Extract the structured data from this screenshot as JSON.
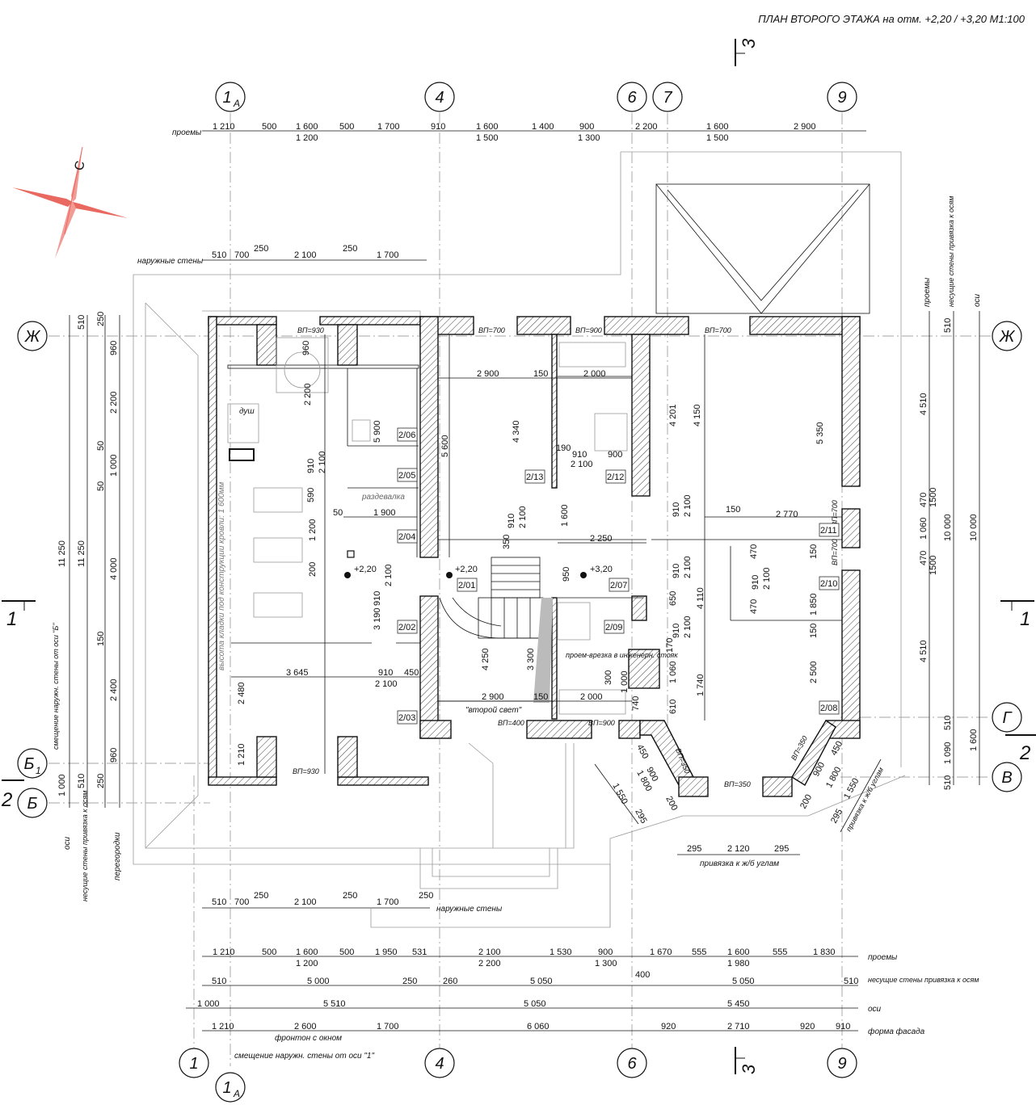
{
  "title": "ПЛАН ВТОРОГО ЭТАЖА на отм. +2,20 / +3,20   М1:100",
  "compass_label": "С",
  "section_marks": {
    "s3": "3",
    "s1": "1",
    "s2": "2"
  },
  "axes_top": [
    "1",
    "А",
    "4",
    "6",
    "7",
    "9"
  ],
  "axes_bottom": [
    "1",
    "1",
    "А",
    "4",
    "6",
    "9"
  ],
  "axes_left": [
    "Ж",
    "Б",
    "1",
    "Б"
  ],
  "axes_right": [
    "Ж",
    "Г",
    "В"
  ],
  "rows": {
    "top_openings": {
      "label": "проемы",
      "values": [
        "1 210",
        "500",
        "1 600",
        "1 200",
        "500",
        "1 700",
        "910",
        "1 600",
        "1 500",
        "1 400",
        "900",
        "1 300",
        "2 200",
        "1 600",
        "1 500",
        "2 900"
      ]
    },
    "top_outer": {
      "label": "наружные стены",
      "values": [
        "510",
        "700",
        "250",
        "2 100",
        "250",
        "1 700"
      ]
    },
    "bottom_outer": {
      "label": "наружные стены",
      "values": [
        "510",
        "700",
        "250",
        "2 100",
        "250",
        "1 700",
        "250"
      ]
    },
    "bottom_openings": {
      "label": "проемы",
      "values": [
        "1 210",
        "500",
        "1 600",
        "1 200",
        "500",
        "1 950",
        "531",
        "2 100",
        "2 200",
        "1 530",
        "900",
        "1 300",
        "1 670",
        "555",
        "1 600",
        "1 980",
        "555",
        "1 830"
      ]
    },
    "bottom_bearing": {
      "label": "несущие стены привязка к осям",
      "values": [
        "510",
        "5 000",
        "250",
        "260",
        "5 050",
        "400",
        "5 050",
        "510"
      ]
    },
    "bottom_axes": {
      "label": "оси",
      "values": [
        "1 000",
        "5 510",
        "5 050",
        "5 450"
      ]
    },
    "bottom_facade": {
      "label": "форма фасада",
      "values": [
        "1 210",
        "2 600",
        "фронтон с окном",
        "1 700",
        "6 060",
        "920",
        "2 710",
        "920",
        "910"
      ]
    }
  },
  "left_labels": {
    "axes": "оси",
    "bearing": "несущие стены привязка к осям",
    "partitions": "перегородки",
    "offset": "смещение наружн. стены от оси \"Б\"",
    "values": [
      "510",
      "250",
      "960",
      "2 200",
      "50",
      "1 000",
      "50",
      "11 250",
      "11 250",
      "4 000",
      "150",
      "2 400",
      "960",
      "1 000",
      "510",
      "250"
    ]
  },
  "right_labels": {
    "openings": "проемы",
    "bearing": "несущие стены привязка к осям",
    "axes": "оси",
    "values": [
      "510",
      "4 510",
      "470",
      "1 060",
      "470",
      "1500",
      "1500",
      "10 000",
      "10 000",
      "4 510",
      "510",
      "1 090",
      "1 600",
      "510"
    ]
  },
  "bottom_offset_label": "смещение наружн. стены от оси \"1\"",
  "corner_label": "привязка к ж/б углам",
  "corner_values": [
    "295",
    "2 120",
    "295"
  ],
  "bay_values": [
    "1 550",
    "450",
    "900",
    "1 800",
    "200",
    "295",
    "450",
    "900",
    "1 800",
    "200",
    "1 550",
    "295"
  ],
  "rooms": [
    "2/06",
    "2/05",
    "2/04",
    "2/02",
    "2/03",
    "2/13",
    "2/12",
    "2/01",
    "2/07",
    "2/09",
    "2/11",
    "2/10",
    "2/08"
  ],
  "levels": [
    "+2,20",
    "+2,20",
    "+3,20"
  ],
  "room_texts": {
    "shower": "душ",
    "dressing": "раздевалка",
    "second_light": "\"второй свет\"",
    "riser": "проем-врезка в инженерн. стояк",
    "roof_note": "высота кладки под конструкции кровли: 1 600мм"
  },
  "windows": [
    "ВП=930",
    "ВП=700",
    "ВП=900",
    "ВП=700",
    "ВП=930",
    "ВП=400",
    "ВП=900",
    "ВП=350",
    "ВП=350",
    "ВП=350",
    "ВП=700",
    "ВП=700"
  ],
  "inner_dims": [
    "960",
    "2 200",
    "910",
    "2 100",
    "590",
    "50",
    "1 900",
    "5 900",
    "1 200",
    "200",
    "910",
    "2 100",
    "3 190",
    "3 645",
    "910",
    "2 100",
    "450",
    "2 480",
    "1 210",
    "2 900",
    "150",
    "2 000",
    "4 340",
    "5 600",
    "190",
    "910",
    "2 100",
    "900",
    "910",
    "2 100",
    "1 600",
    "350",
    "910",
    "2 100",
    "2 250",
    "950",
    "4 250",
    "3 300",
    "2 900",
    "150",
    "2 000",
    "300",
    "1 000",
    "740",
    "4 201",
    "4 150",
    "5 350",
    "150",
    "2 770",
    "910",
    "2 100",
    "4 110",
    "470",
    "910",
    "2 100",
    "470",
    "150",
    "1 850",
    "650",
    "910",
    "2 100",
    "170",
    "1 060",
    "610",
    "1 740",
    "150",
    "2 500"
  ]
}
